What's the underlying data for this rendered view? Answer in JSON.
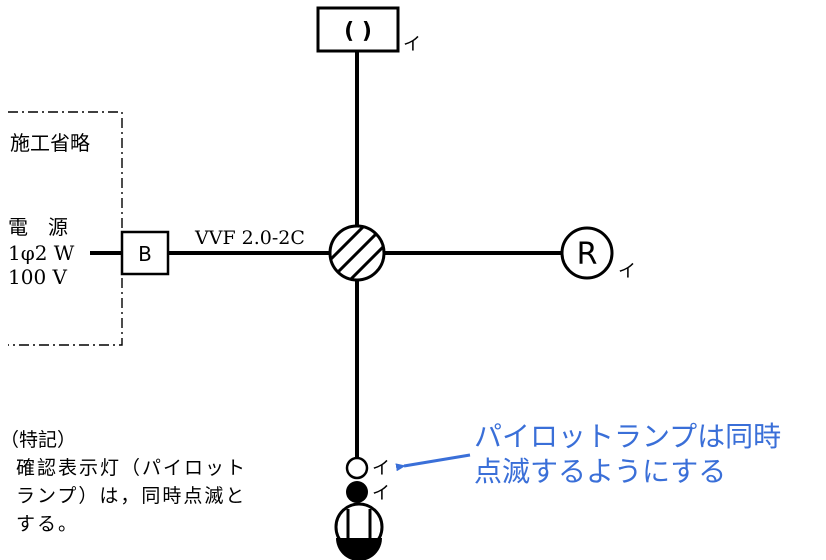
{
  "diagram": {
    "omitted_label": "施工省略",
    "power": {
      "line1": "電　源",
      "line2": "1φ2 W",
      "line3": "100 V"
    },
    "breaker_label": "B",
    "cable_label": "VVF 2.0-2C",
    "ceiling_fixture_label": "( )",
    "receptacle_label": "R",
    "switch_marks": {
      "ceiling": "イ",
      "receptacle": "イ",
      "pilot_lamp": "イ",
      "switch": "イ"
    },
    "notes": {
      "heading": "（特記）",
      "lines": [
        "確認表示灯（パイロット",
        "ランプ）は，同時点滅と",
        "する。"
      ]
    },
    "annotation": {
      "lines": [
        "パイロットランプは同時",
        "点滅するようにする"
      ],
      "color": "#3a6fd8"
    }
  }
}
